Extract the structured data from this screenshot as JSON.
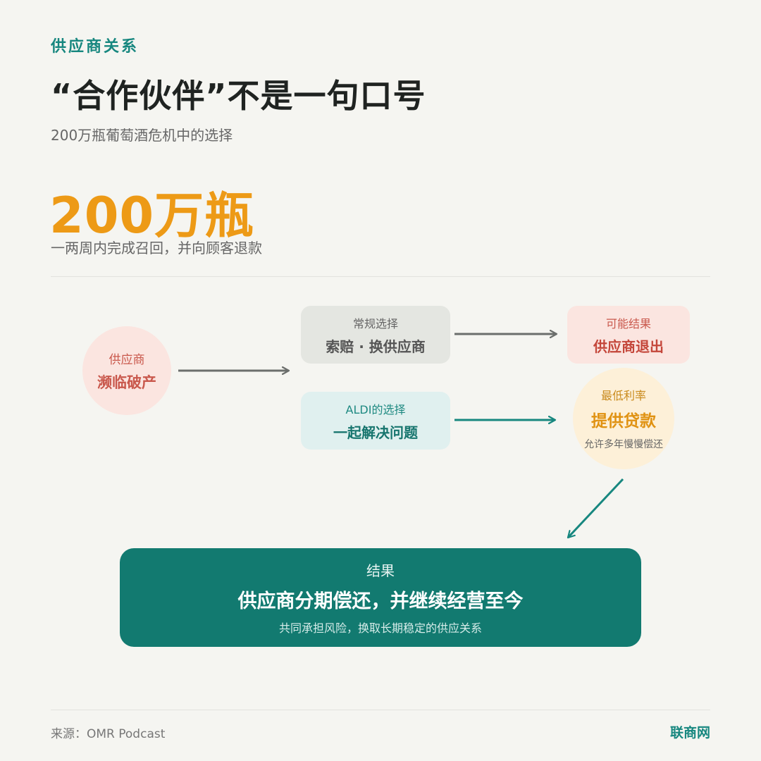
{
  "header": {
    "kicker": "供应商关系",
    "title": "“合作伙伴”不是一句口号",
    "subtitle": "200万瓶葡萄酒危机中的选择"
  },
  "stat": {
    "value": "200万瓶",
    "description": "一两周内完成召回，并向顾客退款"
  },
  "diagram": {
    "bankrupt": {
      "label": "供应商",
      "title": "濒临破产"
    },
    "normal": {
      "label": "常规选择",
      "title": "索赔 · 换供应商"
    },
    "exit": {
      "label": "可能结果",
      "title": "供应商退出"
    },
    "aldi": {
      "label": "ALDI的选择",
      "title": "一起解决问题"
    },
    "loan": {
      "label": "最低利率",
      "title": "提供贷款",
      "note": "允许多年慢慢偿还"
    }
  },
  "result": {
    "label": "结果",
    "title": "供应商分期偿还，并继续经营至今",
    "note": "共同承担风险，换取长期稳定的供应关系"
  },
  "footer": {
    "source": "来源：OMR Podcast",
    "brand": "联商网"
  },
  "colors": {
    "teal": "#17877f",
    "orange": "#ed9a16",
    "red": "#c9584c",
    "gray": "#6b6e6c"
  }
}
